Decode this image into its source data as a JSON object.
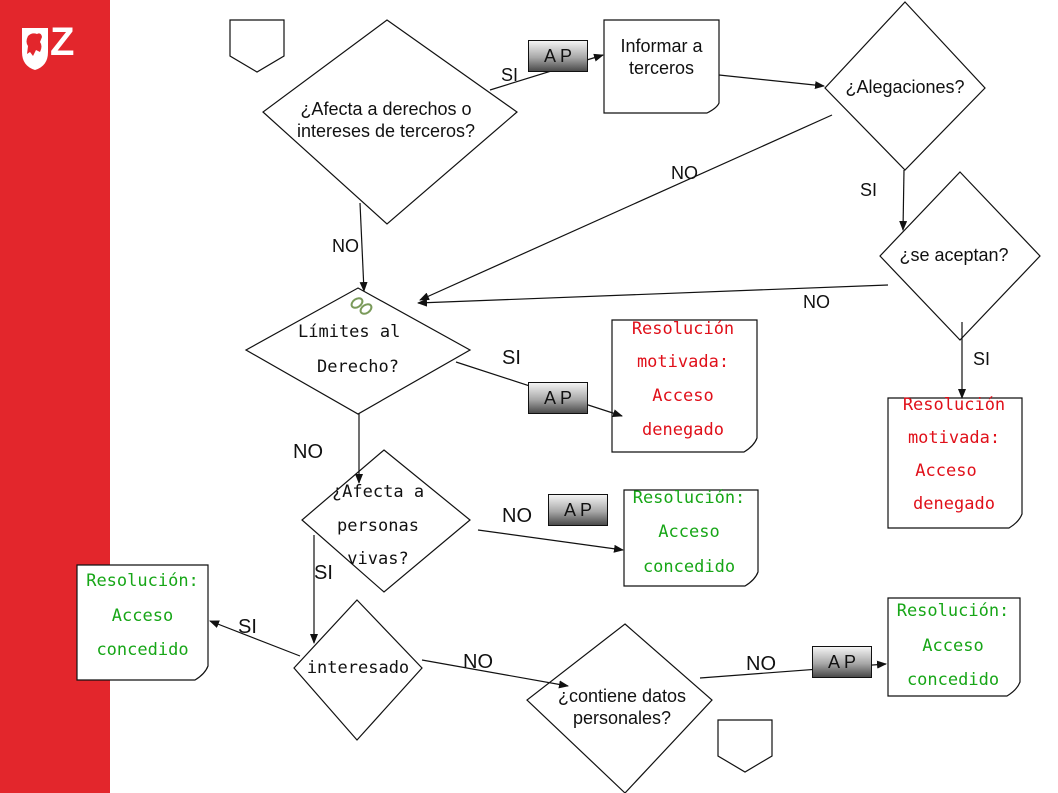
{
  "brand": {
    "logo_text": "Z"
  },
  "nodes": {
    "afecta_derechos": "¿Afecta a derechos o intereses de terceros?",
    "informar": "Informar a terceros",
    "alegaciones": "¿Alegaciones?",
    "se_aceptan": "¿se aceptan?",
    "limites_1": "Límites al",
    "limites_2": "Derecho?",
    "afecta_vivas_1": "¿Afecta a",
    "afecta_vivas_2": "personas",
    "afecta_vivas_3": "vivas?",
    "interesado": "interesado",
    "contiene": "¿contiene datos personales?",
    "res_denegado_1": {
      "l1": "Resolución",
      "l2": "motivada:",
      "l3": "Acceso",
      "l4": "denegado"
    },
    "res_denegado_2": {
      "l1": "Resolución",
      "l2": "motivada:",
      "l3": "Acceso",
      "l4": "denegado"
    },
    "res_concedido_mid": {
      "l1": "Resolución:",
      "l2": "Acceso",
      "l3": "concedido"
    },
    "res_concedido_left": {
      "l1": "Resolución:",
      "l2": "Acceso",
      "l3": "concedido"
    },
    "res_concedido_right": {
      "l1": "Resolución:",
      "l2": "Acceso",
      "l3": "concedido"
    }
  },
  "labels": {
    "si_top": "SI",
    "no_alegaciones": "NO",
    "si_alegaciones": "SI",
    "no_afecta": "NO",
    "no_aceptan": "NO",
    "si_aceptan": "SI",
    "si_limites": "SI",
    "no_limites": "NO",
    "no_vivas": "NO",
    "si_vivas": "SI",
    "si_interesado": "SI",
    "no_interesado": "NO",
    "no_contiene": "NO"
  },
  "ap_badges": [
    "A P",
    "A P",
    "A P",
    "A P"
  ],
  "colors": {
    "brand_red": "#e3262c",
    "denied_text": "#e0101a",
    "granted_text": "#17a617"
  }
}
